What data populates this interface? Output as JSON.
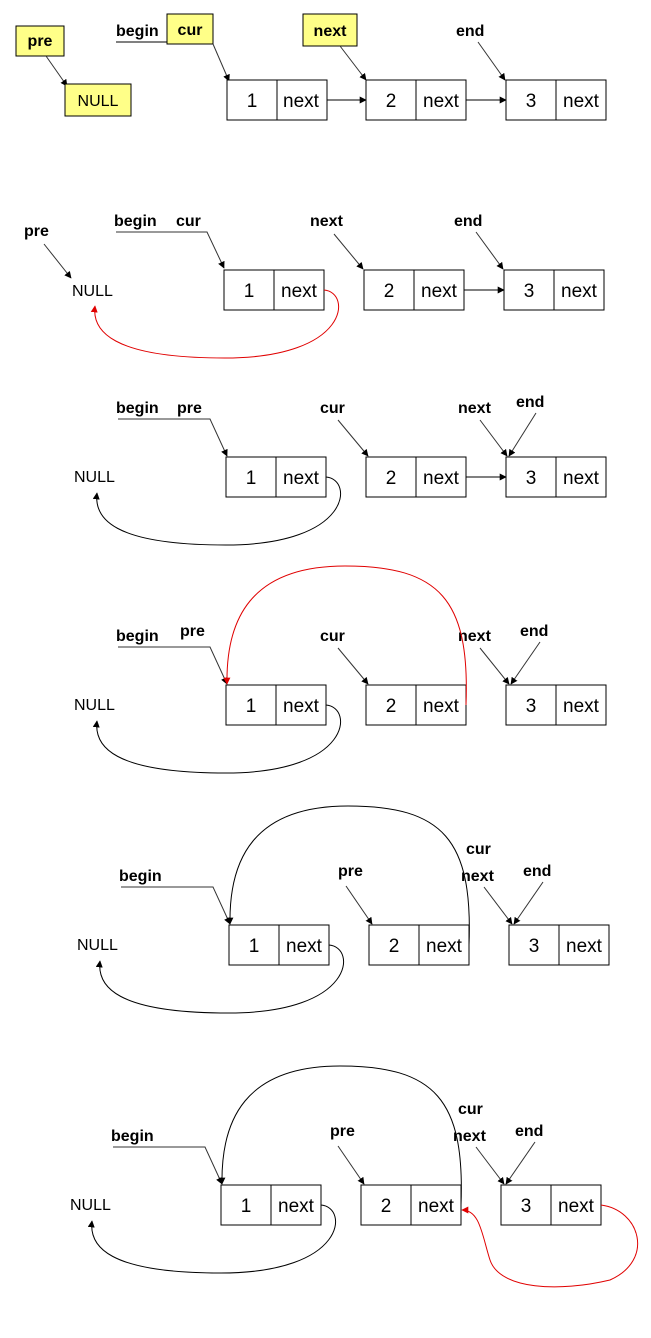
{
  "labels": {
    "pre": "pre",
    "cur": "cur",
    "next": "next",
    "begin": "begin",
    "end": "end",
    "null": "NULL"
  },
  "nodes": {
    "n1": "1",
    "n2": "2",
    "n3": "3",
    "field": "next"
  },
  "colors": {
    "highlight": "#ffff88",
    "changed_link": "#e00000",
    "stroke": "#000000"
  }
}
